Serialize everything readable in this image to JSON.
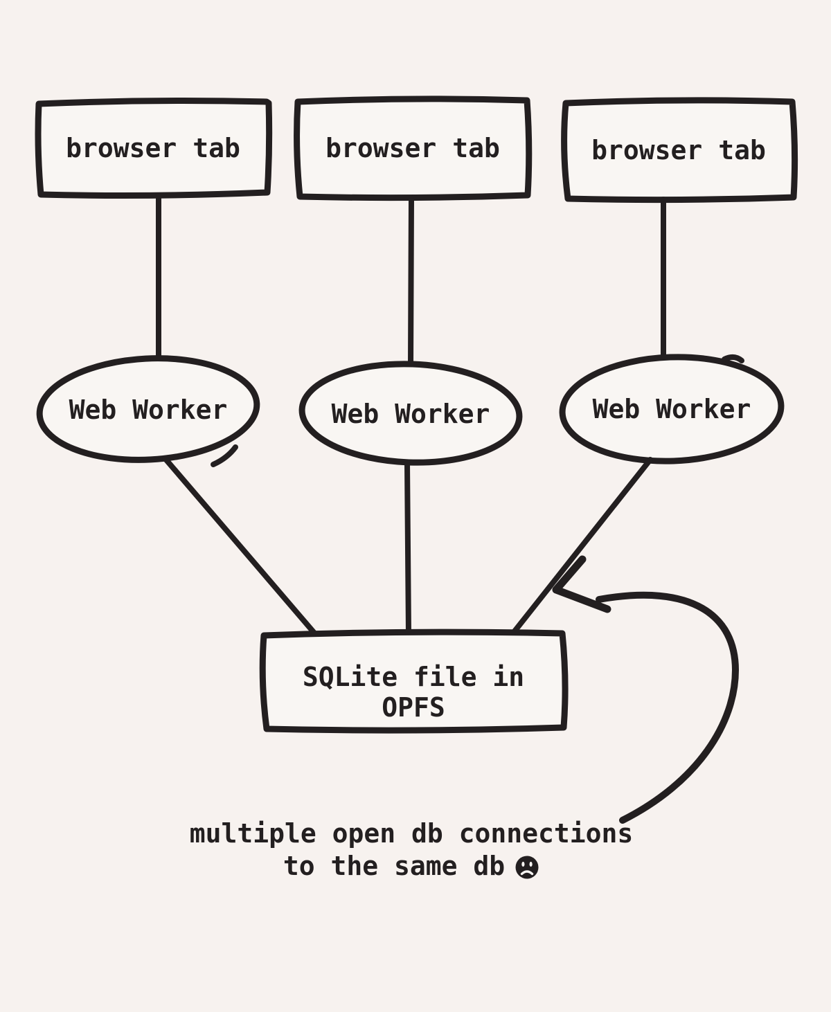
{
  "canvas": {
    "background": "#f7f2ef",
    "ink": "#231f20",
    "node_fill": "#f9f6f3"
  },
  "diagram": {
    "browser_tabs": [
      {
        "label": "browser tab"
      },
      {
        "label": "browser tab"
      },
      {
        "label": "browser tab"
      }
    ],
    "web_workers": [
      {
        "label": "Web Worker"
      },
      {
        "label": "Web Worker"
      },
      {
        "label": "Web Worker"
      }
    ],
    "database": {
      "label_line1": "SQLite file in",
      "label_line2": "OPFS"
    },
    "caption": {
      "line1": "multiple open db connections",
      "line2": "to the same db",
      "emoji": "frowning-face"
    }
  }
}
